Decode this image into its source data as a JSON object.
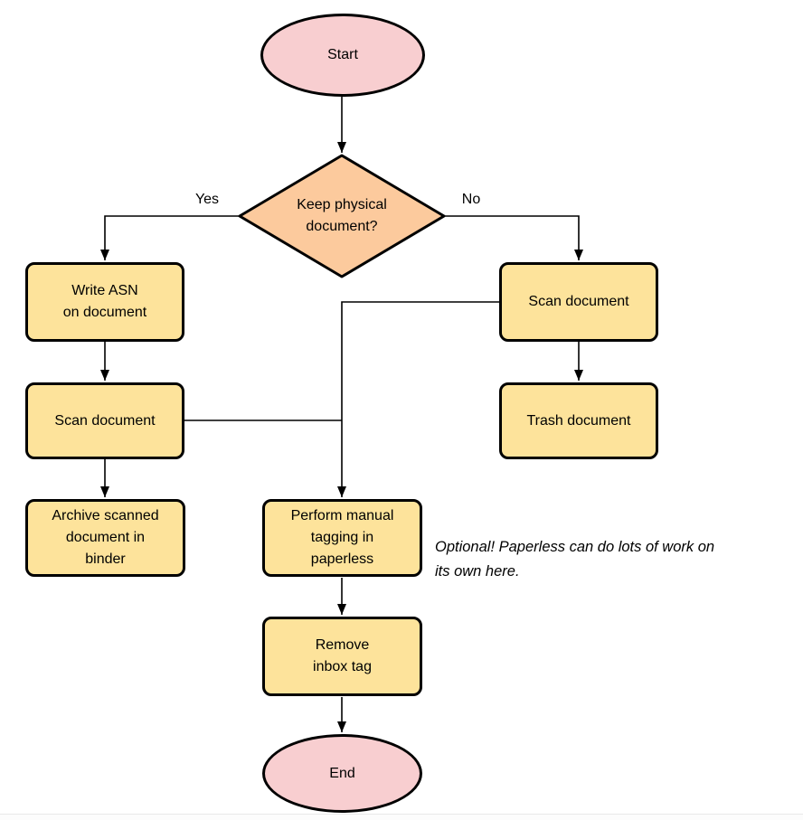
{
  "diagram": {
    "type": "flowchart",
    "nodes": {
      "start": {
        "label": "Start",
        "shape": "ellipse"
      },
      "decision": {
        "label": "Keep physical\ndocument?",
        "shape": "diamond"
      },
      "write_asn": {
        "label": "Write ASN\non document",
        "shape": "rect"
      },
      "scan_left": {
        "label": "Scan document",
        "shape": "rect"
      },
      "archive": {
        "label": "Archive scanned\ndocument in\nbinder",
        "shape": "rect"
      },
      "scan_right": {
        "label": "Scan document",
        "shape": "rect"
      },
      "trash": {
        "label": "Trash document",
        "shape": "rect"
      },
      "perform_tagging": {
        "label": "Perform manual\ntagging in\npaperless",
        "shape": "rect"
      },
      "remove_inbox_tag": {
        "label": "Remove\ninbox tag",
        "shape": "rect"
      },
      "end": {
        "label": "End",
        "shape": "ellipse"
      }
    },
    "edge_labels": {
      "yes": "Yes",
      "no": "No"
    },
    "note": "Optional! Paperless can do lots of work on\nits own here.",
    "colors": {
      "process_fill": "#FDE39B",
      "decision_fill": "#FCCA9D",
      "terminal_fill": "#F8CED0",
      "stroke": "#000000",
      "background": "#ffffff"
    }
  }
}
